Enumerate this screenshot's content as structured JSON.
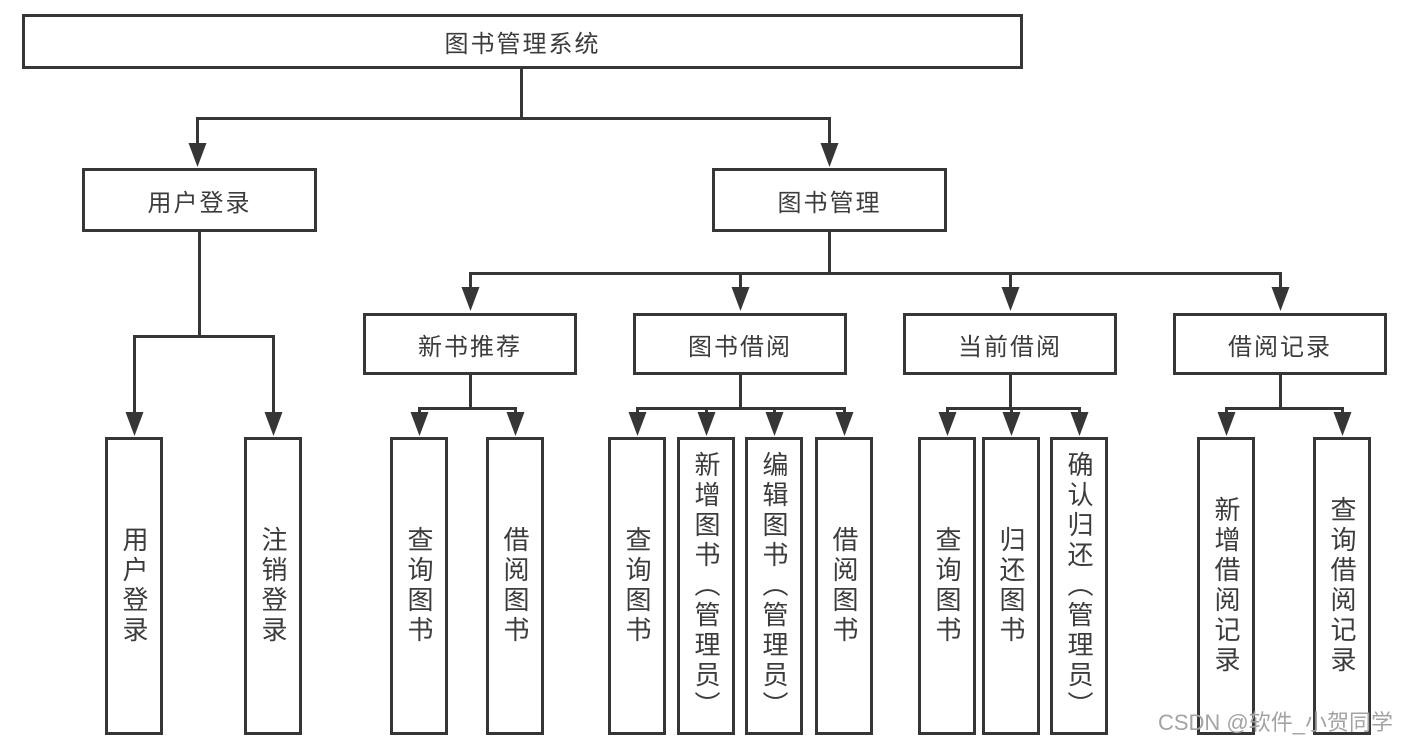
{
  "diagram": {
    "type": "tree",
    "colors": {
      "line": "#363636",
      "box_border": "#363636",
      "box_bg": "#ffffff",
      "text": "#3c3c3c",
      "watermark": "#a3a3a3"
    },
    "nodes": {
      "root": {
        "label": "图书管理系统"
      },
      "user_login": {
        "label": "用户登录"
      },
      "book_mgmt": {
        "label": "图书管理"
      },
      "new_book_rec": {
        "label": "新书推荐"
      },
      "book_borrow": {
        "label": "图书借阅"
      },
      "current_borrow": {
        "label": "当前借阅"
      },
      "borrow_records": {
        "label": "借阅记录"
      },
      "ul_login": {
        "label": "用户登录"
      },
      "ul_logout": {
        "label": "注销登录"
      },
      "nbr_query": {
        "label": "查询图书"
      },
      "nbr_borrow": {
        "label": "借阅图书"
      },
      "bb_query": {
        "label": "查询图书"
      },
      "bb_add_admin": {
        "label": "新增图书（管理员）"
      },
      "bb_edit_admin": {
        "label": "编辑图书（管理员）"
      },
      "bb_borrow": {
        "label": "借阅图书"
      },
      "cb_query": {
        "label": "查询图书"
      },
      "cb_return": {
        "label": "归还图书"
      },
      "cb_confirm_admin": {
        "label": "确认归还（管理员）"
      },
      "br_add": {
        "label": "新增借阅记录"
      },
      "br_query": {
        "label": "查询借阅记录"
      }
    },
    "edges": [
      [
        "root",
        "user_login"
      ],
      [
        "root",
        "book_mgmt"
      ],
      [
        "user_login",
        "ul_login"
      ],
      [
        "user_login",
        "ul_logout"
      ],
      [
        "book_mgmt",
        "new_book_rec"
      ],
      [
        "book_mgmt",
        "book_borrow"
      ],
      [
        "book_mgmt",
        "current_borrow"
      ],
      [
        "book_mgmt",
        "borrow_records"
      ],
      [
        "new_book_rec",
        "nbr_query"
      ],
      [
        "new_book_rec",
        "nbr_borrow"
      ],
      [
        "book_borrow",
        "bb_query"
      ],
      [
        "book_borrow",
        "bb_add_admin"
      ],
      [
        "book_borrow",
        "bb_edit_admin"
      ],
      [
        "book_borrow",
        "bb_borrow"
      ],
      [
        "current_borrow",
        "cb_query"
      ],
      [
        "current_borrow",
        "cb_return"
      ],
      [
        "current_borrow",
        "cb_confirm_admin"
      ],
      [
        "borrow_records",
        "br_add"
      ],
      [
        "borrow_records",
        "br_query"
      ]
    ],
    "watermark": "CSDN @软件_小贺同学"
  }
}
